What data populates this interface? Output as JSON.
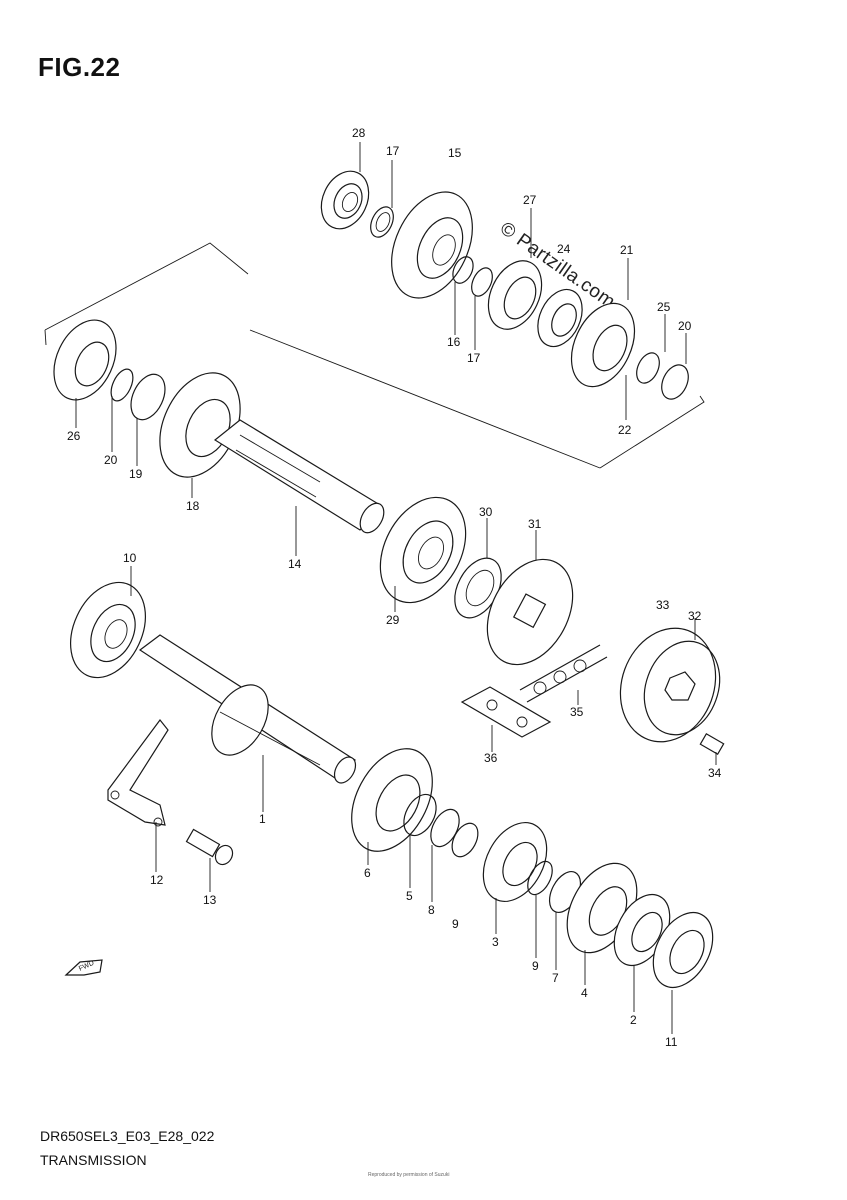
{
  "figure": {
    "title": "FIG.22",
    "watermark": "© Partzilla.com",
    "model_code": "DR650SEL3_E03_E28_022",
    "section_title": "TRANSMISSION",
    "small_print": "Reproduced by permission of Suzuki"
  },
  "fwd_label": "FWD",
  "callouts": [
    {
      "label": "28"
    },
    {
      "label": "17"
    },
    {
      "label": "15"
    },
    {
      "label": "27"
    },
    {
      "label": "24"
    },
    {
      "label": "21"
    },
    {
      "label": "25"
    },
    {
      "label": "20"
    },
    {
      "label": "16"
    },
    {
      "label": "17"
    },
    {
      "label": "22"
    },
    {
      "label": "26"
    },
    {
      "label": "20"
    },
    {
      "label": "19"
    },
    {
      "label": "18"
    },
    {
      "label": "14"
    },
    {
      "label": "30"
    },
    {
      "label": "31"
    },
    {
      "label": "29"
    },
    {
      "label": "10"
    },
    {
      "label": "33"
    },
    {
      "label": "32"
    },
    {
      "label": "35"
    },
    {
      "label": "36"
    },
    {
      "label": "34"
    },
    {
      "label": "1"
    },
    {
      "label": "6"
    },
    {
      "label": "5"
    },
    {
      "label": "8"
    },
    {
      "label": "9"
    },
    {
      "label": "3"
    },
    {
      "label": "9"
    },
    {
      "label": "7"
    },
    {
      "label": "4"
    },
    {
      "label": "2"
    },
    {
      "label": "11"
    },
    {
      "label": "12"
    },
    {
      "label": "13"
    }
  ]
}
